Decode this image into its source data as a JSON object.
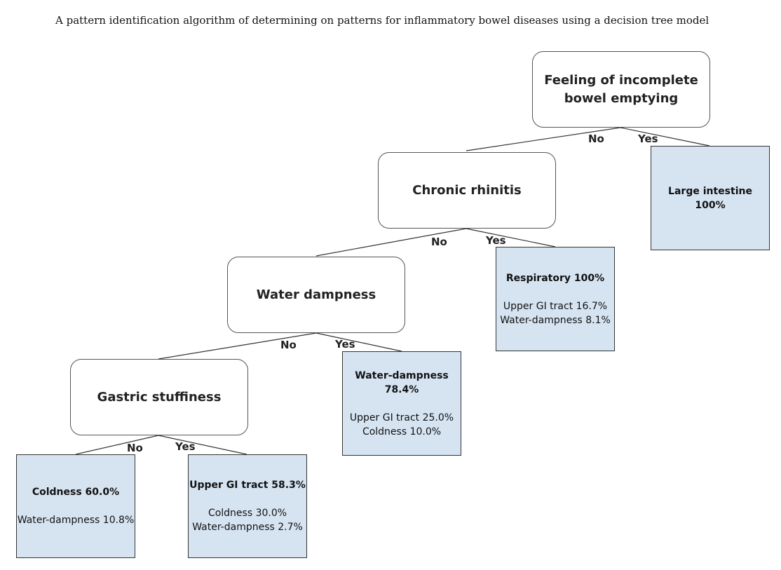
{
  "title": "A pattern identification algorithm of determining on patterns for inflammatory bowel diseases using a decision tree model",
  "nodes": {
    "n1": {
      "line1": "Feeling of incomplete",
      "line2": "bowel emptying"
    },
    "n2": {
      "label": "Chronic rhinitis"
    },
    "n3": {
      "label": "Water dampness"
    },
    "n4": {
      "label": "Gastric stuffiness"
    }
  },
  "leaves": {
    "large_intestine": {
      "primary": "Large intestine 100%"
    },
    "respiratory": {
      "primary": "Respiratory  100%",
      "secondary": [
        "Upper GI tract 16.7%",
        "Water-dampness  8.1%"
      ]
    },
    "water_dampness": {
      "primary": "Water-dampness  78.4%",
      "secondary": [
        "Upper GI tract  25.0%",
        "Coldness 10.0%"
      ]
    },
    "coldness": {
      "primary": "Coldness 60.0%",
      "secondary": [
        "Water-dampness 10.8%"
      ]
    },
    "upper_gi": {
      "primary": "Upper GI tract  58.3%",
      "secondary": [
        "Coldness 30.0%",
        "Water-dampness  2.7%"
      ]
    }
  },
  "branch_labels": {
    "no": "No",
    "yes": "Yes"
  },
  "colors": {
    "leaf_fill": "#d6e4f2",
    "edge": "#333333"
  }
}
